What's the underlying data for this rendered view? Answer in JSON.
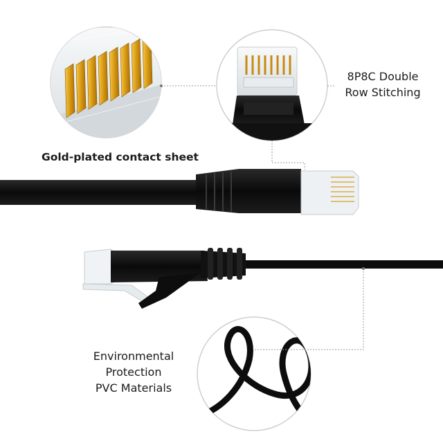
{
  "callouts": {
    "gold_plated": "Gold-plated contact sheet",
    "stitching": [
      "8P8C Double",
      "Row Stitching"
    ],
    "environmental": [
      "Environmental",
      "Protection",
      "PVC Materials"
    ]
  },
  "colors": {
    "background": "#ffffff",
    "cable": "#0d0d0d",
    "gold": "#d9a21b",
    "clear_plastic": "#eef2f4",
    "dotted_leader": "#999999"
  }
}
